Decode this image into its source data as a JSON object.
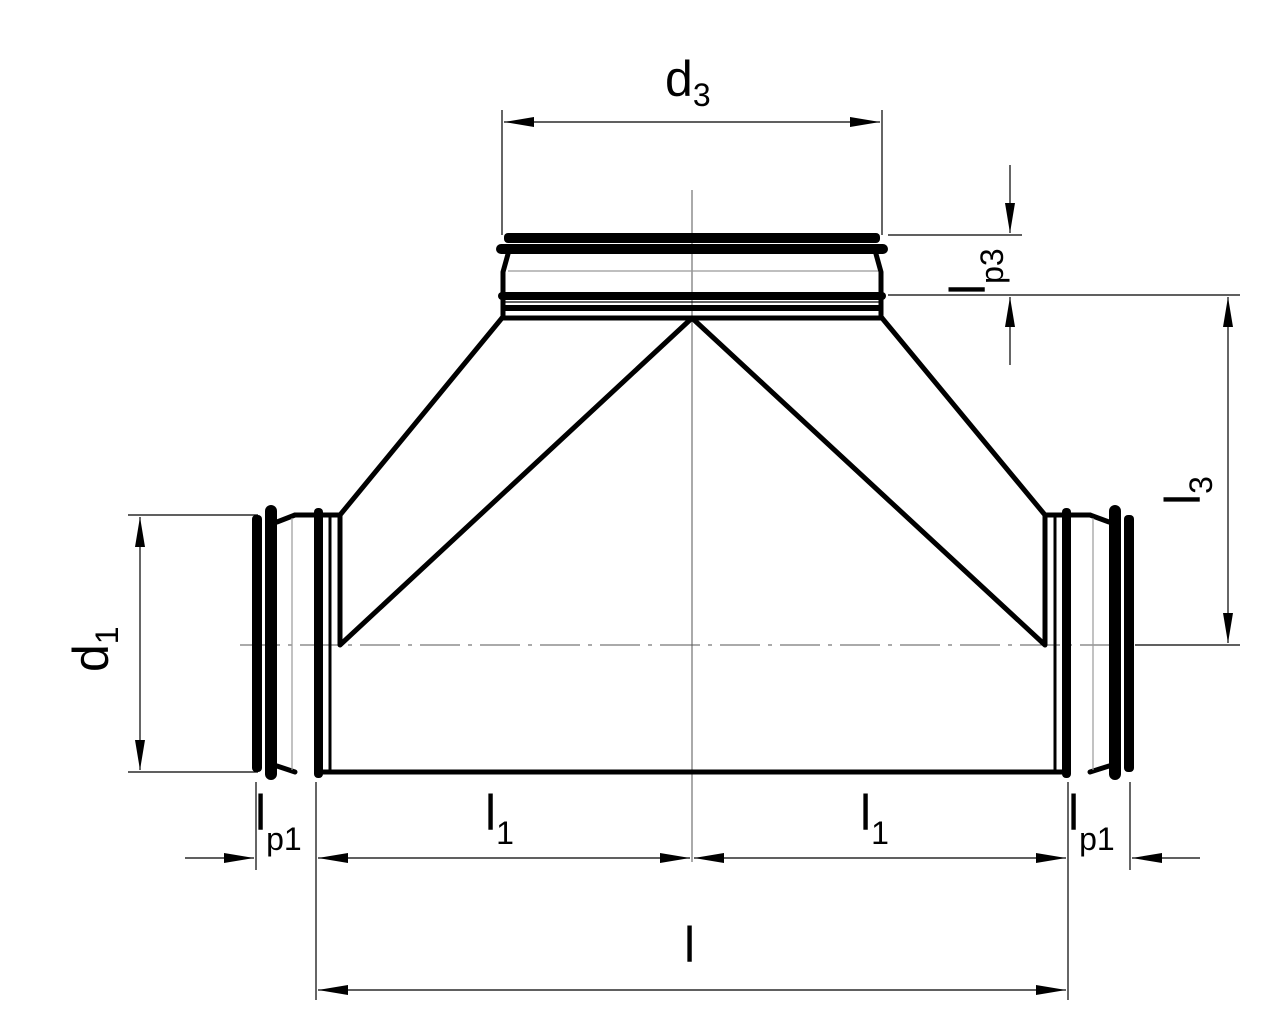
{
  "labels": {
    "d3": {
      "main": "d",
      "sub": "3"
    },
    "lp3": {
      "main": "l",
      "sub": "p3"
    },
    "l3": {
      "main": "l",
      "sub": "3"
    },
    "d1": {
      "main": "d",
      "sub": "1"
    },
    "lp1_left": {
      "main": "l",
      "sub": "p1"
    },
    "l1_left": {
      "main": "l",
      "sub": "1"
    },
    "l1_right": {
      "main": "l",
      "sub": "1"
    },
    "lp1_right": {
      "main": "l",
      "sub": "p1"
    },
    "l": {
      "main": "l"
    }
  }
}
